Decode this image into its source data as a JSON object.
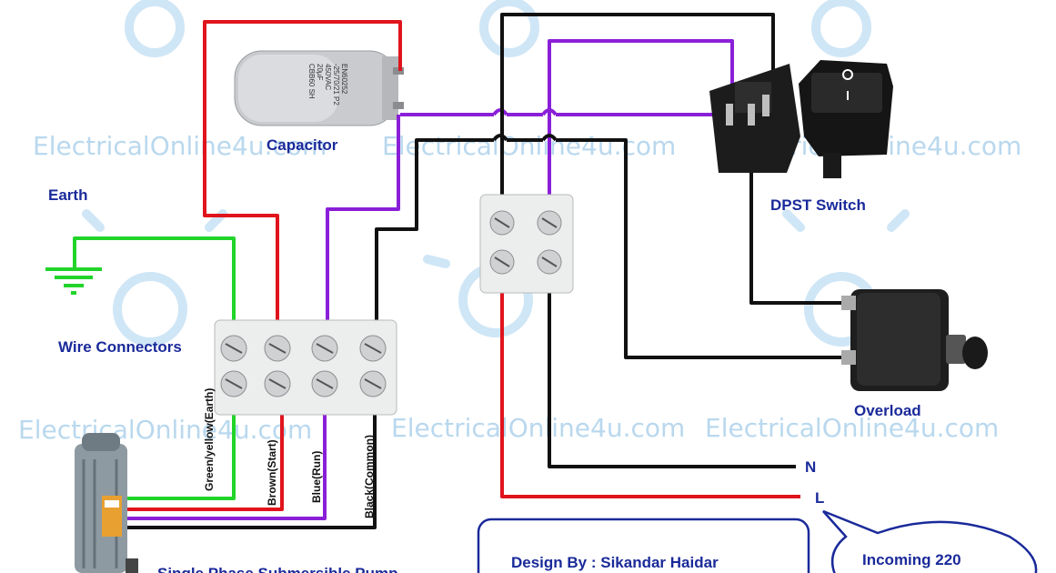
{
  "watermark": "ElectricalOnline4u.com",
  "colors": {
    "earth": "#22d42a",
    "line": "#e0141c",
    "run": "#8a1fd8",
    "common": "#111111",
    "label": "#1a2a9a"
  },
  "labels": {
    "capacitor": "Capacitor",
    "earth": "Earth",
    "wire_connectors": "Wire Connectors",
    "dpst_switch": "DPST Switch",
    "overload": "Overload",
    "neutral": "N",
    "live": "L",
    "pump": "Single Phase Submersible Pump",
    "design_by": "Design By : Sikandar Haidar",
    "incoming": "Incoming 220"
  },
  "wire_labels": [
    "Green/yellow(Earth)",
    "Brown(Start)",
    "Blue(Run)",
    "Black(Common)"
  ],
  "capacitor_print": [
    "CBB60 SH",
    "20µF",
    "450VAC",
    "-25/70/21 P2",
    "EN60252"
  ],
  "icons": [
    "ground-symbol-icon",
    "capacitor-icon",
    "terminal-block-icon",
    "dpst-switch-icon",
    "overload-breaker-icon",
    "submersible-pump-icon",
    "speech-bubble-icon"
  ]
}
